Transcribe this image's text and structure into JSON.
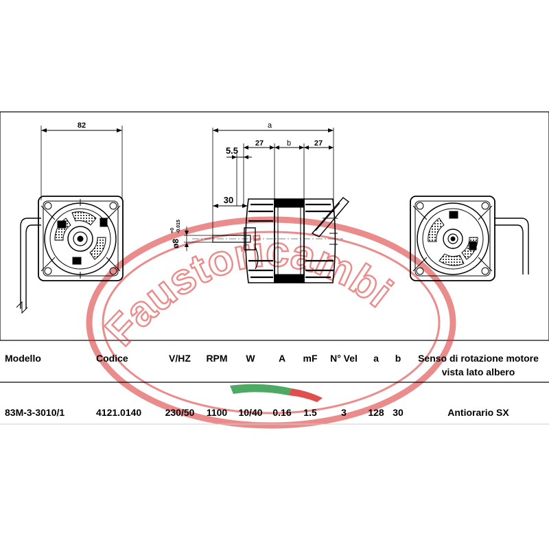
{
  "watermark": {
    "text": "Faustoricambi",
    "color": "#d9302e"
  },
  "drawing": {
    "dimensions": {
      "front_width": "82",
      "overall": "a",
      "left_segment": "27",
      "middle_segment": "b",
      "right_segment": "27",
      "offset": "5.5",
      "shaft_length": "30",
      "shaft_diameter": "ø8",
      "tolerance_upper": "+0",
      "tolerance_lower": "-0.015"
    }
  },
  "table": {
    "headers": {
      "modello": "Modello",
      "codice": "Codice",
      "vhz": "V/HZ",
      "rpm": "RPM",
      "w": "W",
      "a": "A",
      "mf": "mF",
      "nvel": "N° Vel",
      "dim_a": "a",
      "dim_b": "b",
      "senso_line1": "Senso di rotazione motore",
      "senso_line2": "vista lato albero"
    },
    "row": {
      "modello": "83M-3-3010/1",
      "codice": "4121.0140",
      "vhz": "230/50",
      "rpm": "1100",
      "w": "10/40",
      "a": "0.16",
      "mf": "1.5",
      "nvel": "3",
      "dim_a": "128",
      "dim_b": "30",
      "senso": "Antiorario SX"
    }
  },
  "colors": {
    "line": "#000000",
    "watermark": "#d9302e",
    "flag_green": "#2e9a48",
    "flag_red": "#d9302e"
  }
}
